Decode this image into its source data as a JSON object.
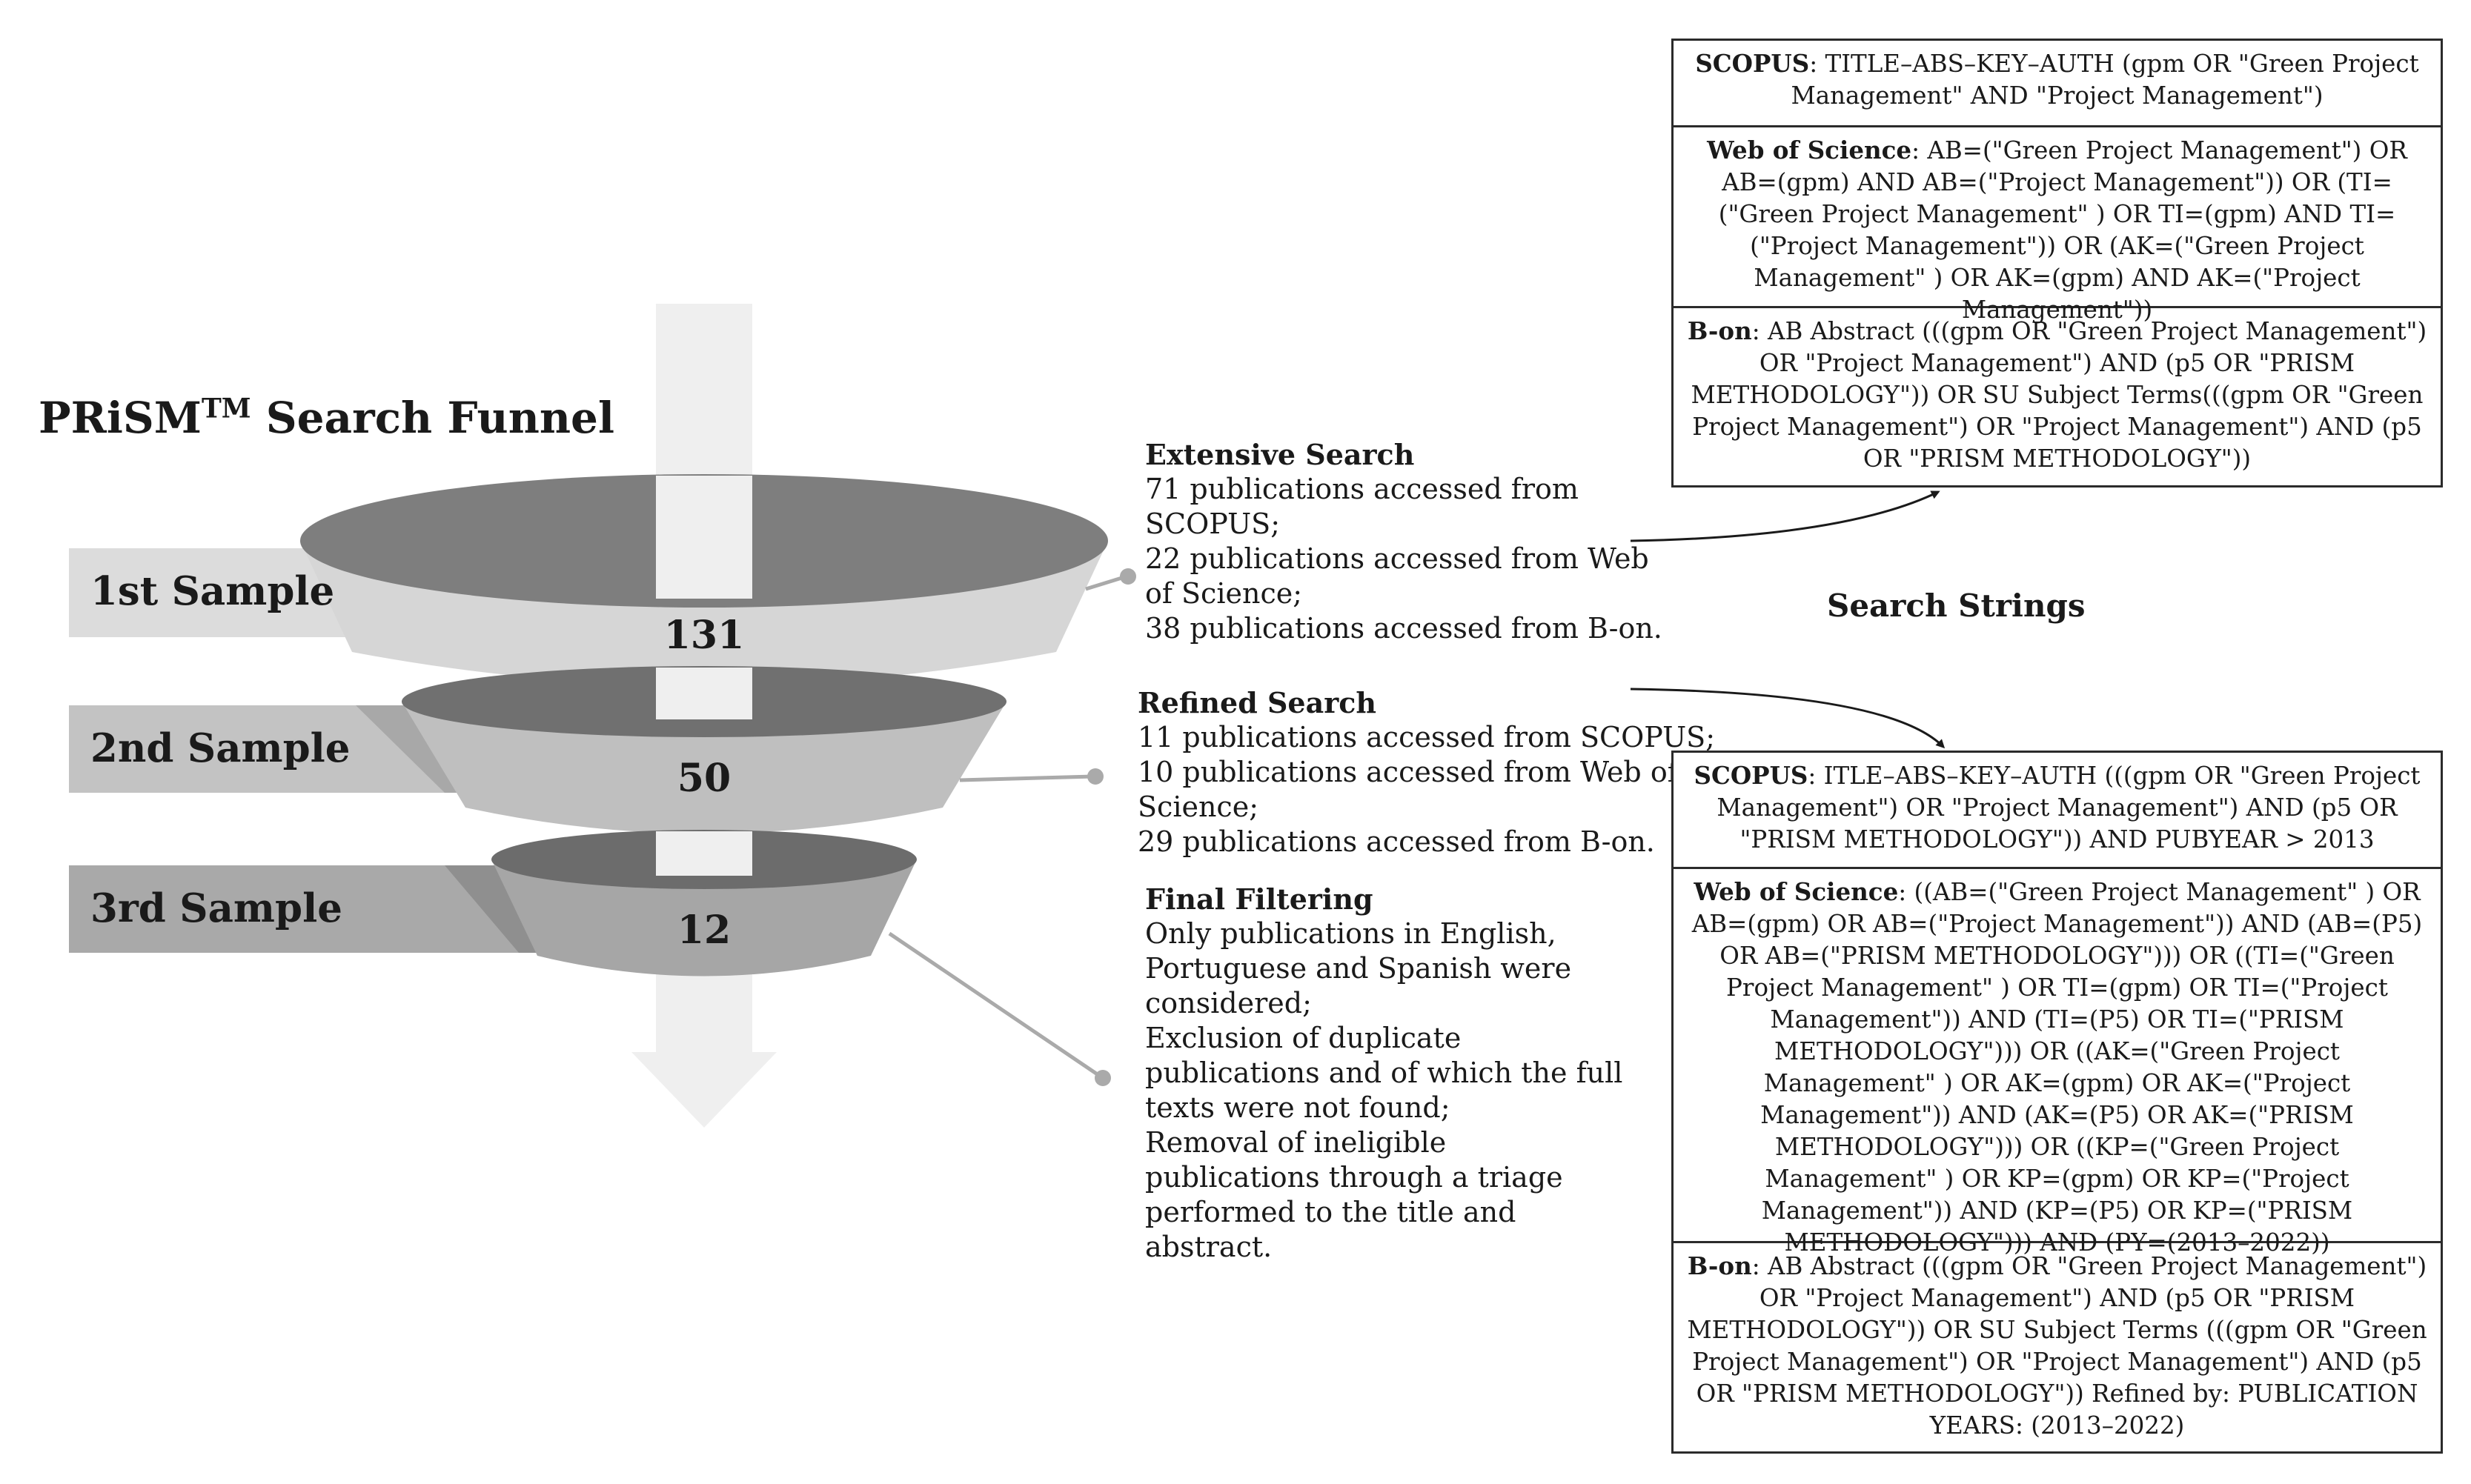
{
  "funnel": {
    "title_main": "PRiSM",
    "title_tm": "TM",
    "title_rest": " Search Funnel",
    "samples": [
      {
        "label": "1st Sample",
        "count": "131"
      },
      {
        "label": "2nd Sample",
        "count": "50"
      },
      {
        "label": "3rd Sample",
        "count": "12"
      }
    ]
  },
  "stages": {
    "extensive": {
      "heading": "Extensive Search",
      "lines": [
        "71 publications accessed from",
        "SCOPUS;",
        "22 publications accessed from Web",
        "of Science;",
        "38 publications accessed from B-on."
      ]
    },
    "refined": {
      "heading": "Refined Search",
      "lines": [
        "11 publications accessed from SCOPUS;",
        "10 publications accessed from Web of",
        "Science;",
        "29 publications accessed from B-on."
      ]
    },
    "final": {
      "heading": "Final Filtering",
      "lines": [
        "Only publications in English,",
        "Portuguese and Spanish were",
        "considered;",
        "Exclusion of duplicate",
        "publications and of which the full",
        "texts were not found;",
        "Removal of ineligible",
        "publications through a triage",
        "performed to the title and",
        "abstract."
      ]
    }
  },
  "search_strings_label": "Search Strings",
  "strings_top": [
    {
      "db": "SCOPUS",
      "query": ": TITLE–ABS–KEY–AUTH (gpm OR \"Green Project Management\" AND \"Project Management\")"
    },
    {
      "db": "Web of Science",
      "query": ": AB=(\"Green Project Management\") OR AB=(gpm) AND AB=(\"Project Management\")) OR (TI=(\"Green Project Management\" ) OR TI=(gpm) AND TI=(\"Project Management\")) OR (AK=(\"Green Project Management\" ) OR AK=(gpm) AND AK=(\"Project Management\"))"
    },
    {
      "db": "B-on",
      "query": ": AB Abstract (((gpm OR \"Green Project Management\") OR \"Project Management\") AND (p5 OR \"PRISM METHODOLOGY\")) OR SU Subject Terms(((gpm OR \"Green Project Management\") OR \"Project Management\") AND (p5 OR \"PRISM METHODOLOGY\"))"
    }
  ],
  "strings_bottom": [
    {
      "db": "SCOPUS",
      "query": ": ITLE–ABS–KEY–AUTH (((gpm OR \"Green Project Management\") OR \"Project Management\") AND (p5 OR \"PRISM METHODOLOGY\")) AND PUBYEAR > 2013"
    },
    {
      "db": "Web of Science",
      "query": ": ((AB=(\"Green Project Management\" ) OR AB=(gpm) OR AB=(\"Project Management\")) AND (AB=(P5) OR AB=(\"PRISM METHODOLOGY\"))) OR ((TI=(\"Green Project Management\" ) OR TI=(gpm) OR TI=(\"Project Management\")) AND (TI=(P5) OR TI=(\"PRISM METHODOLOGY\"))) OR ((AK=(\"Green Project Management\" ) OR AK=(gpm) OR AK=(\"Project Management\")) AND (AK=(P5) OR AK=(\"PRISM METHODOLOGY\"))) OR ((KP=(\"Green Project Management\" ) OR KP=(gpm) OR KP=(\"Project Management\")) AND (KP=(P5) OR KP=(\"PRISM METHODOLOGY\"))) AND (PY=(2013–2022))"
    },
    {
      "db": "B-on",
      "query": ": AB Abstract  (((gpm OR \"Green Project Management\") OR \"Project Management\") AND (p5 OR \"PRISM METHODOLOGY\")) OR SU Subject Terms (((gpm OR \"Green Project Management\") OR \"Project Management\") AND (p5 OR \"PRISM METHODOLOGY\")) Refined by: PUBLICATION YEARS: (2013–2022)"
    }
  ]
}
